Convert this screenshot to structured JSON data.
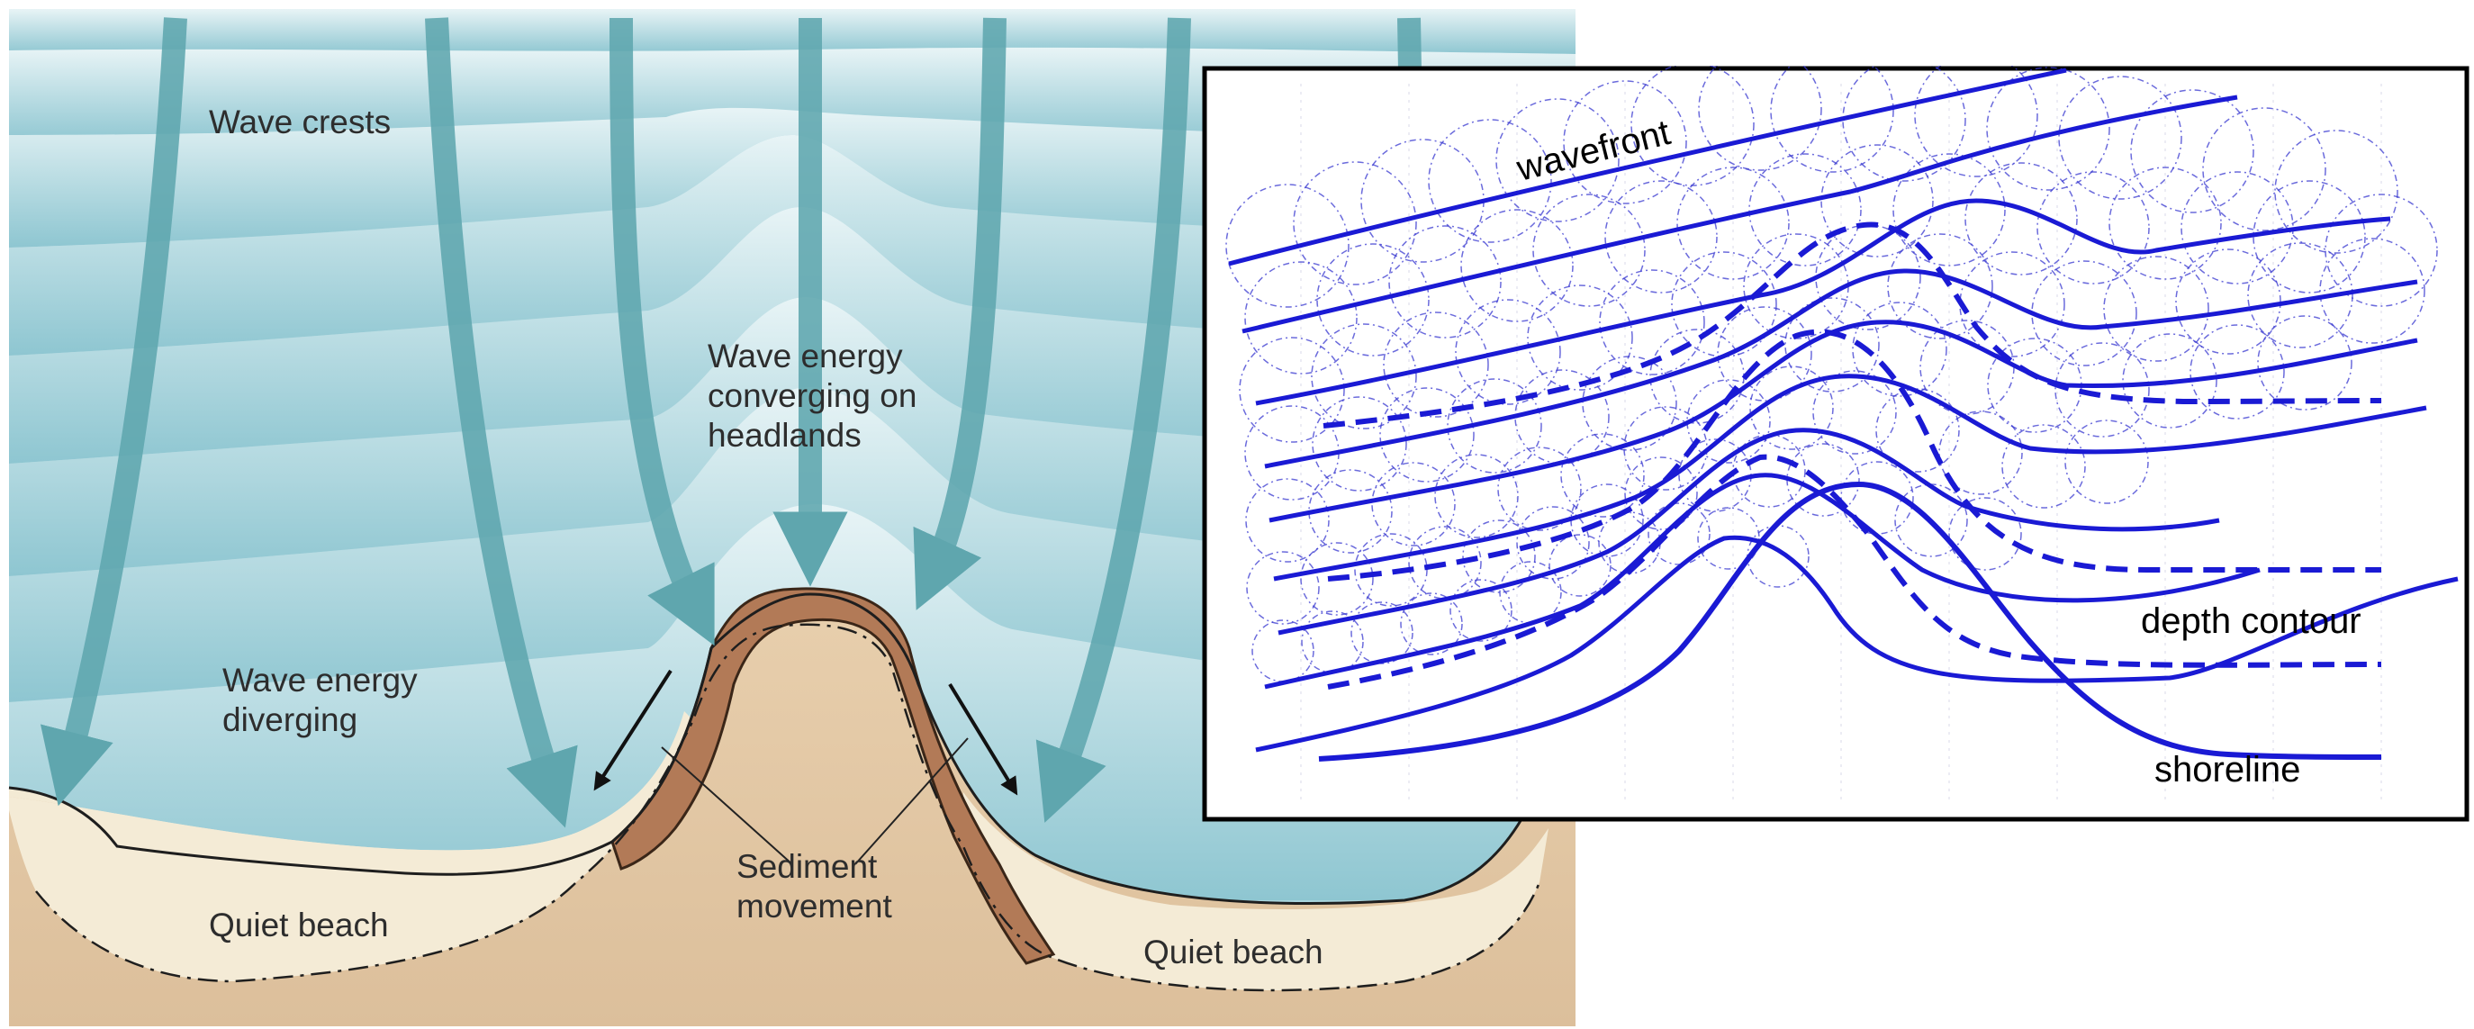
{
  "left_panel": {
    "labels": {
      "wave_crests": "Wave crests",
      "converging_line1": "Wave energy",
      "converging_line2": "converging on",
      "converging_line3": "headlands",
      "diverging_line1": "Wave energy",
      "diverging_line2": "diverging",
      "sediment_line1": "Sediment",
      "sediment_line2": "movement",
      "quiet_beach_left": "Quiet beach",
      "quiet_beach_right": "Quiet beach"
    },
    "colors": {
      "sea_deep": "#8cc4cf",
      "sea_light": "#e6f3f5",
      "arrow": "#5fa6ae",
      "land": "#e3c9a8",
      "beach": "#f3e9d2",
      "headland_rock": "#b27a57"
    }
  },
  "right_panel": {
    "labels": {
      "wavefront": "wavefront",
      "depth_contour": "depth contour",
      "shoreline": "shoreline"
    },
    "colors": {
      "lines": "#1a1ad4",
      "circles": "#3a3ad0",
      "frame": "#000000"
    }
  }
}
